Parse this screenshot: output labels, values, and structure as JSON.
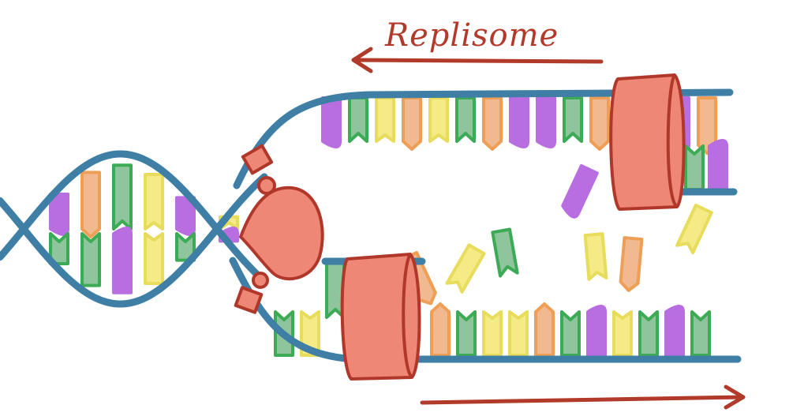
{
  "title": "Replisome",
  "colors": {
    "backbone": "#3f7fa5",
    "arrow": "#b23a2a",
    "protein_fill": "#ee8775",
    "protein_edge": "#b0382a",
    "purple": "#b86ee0",
    "green": "#3daa55",
    "green_fill": "#8fc59c",
    "yellow": "#f4ea86",
    "orange": "#ef9f55",
    "orange_fill": "#f0b98f"
  },
  "base_types": [
    "purple",
    "green",
    "yellow",
    "orange"
  ]
}
